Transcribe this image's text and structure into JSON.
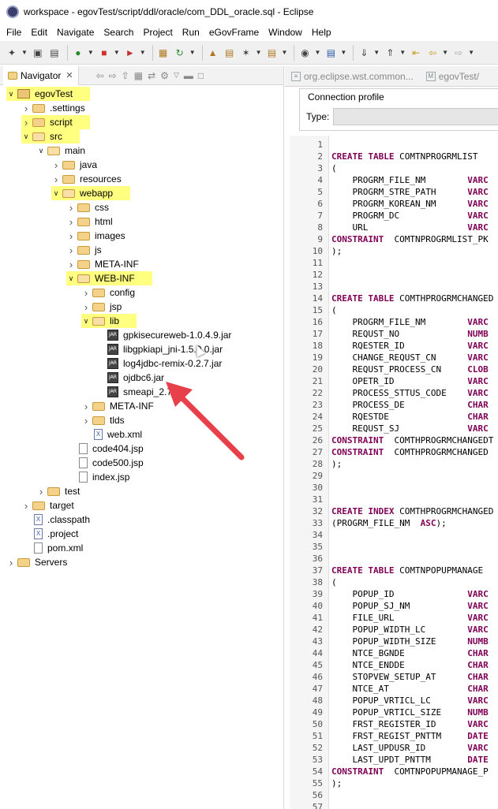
{
  "window": {
    "title": "workspace - egovTest/script/ddl/oracle/com_DDL_oracle.sql - Eclipse"
  },
  "menu": [
    "File",
    "Edit",
    "Navigate",
    "Search",
    "Project",
    "Run",
    "eGovFrame",
    "Window",
    "Help"
  ],
  "navigator": {
    "tab_label": "Navigator",
    "tree": [
      {
        "label": "egovTest",
        "depth": 0,
        "icon": "project",
        "arrow": "open",
        "hl": true
      },
      {
        "label": ".settings",
        "depth": 1,
        "icon": "folder",
        "arrow": "closed",
        "hl": false
      },
      {
        "label": "script",
        "depth": 1,
        "icon": "folder",
        "arrow": "closed",
        "hl": true
      },
      {
        "label": "src",
        "depth": 1,
        "icon": "folder-open",
        "arrow": "open",
        "hl": true
      },
      {
        "label": "main",
        "depth": 2,
        "icon": "folder-open",
        "arrow": "open",
        "hl": false
      },
      {
        "label": "java",
        "depth": 3,
        "icon": "folder",
        "arrow": "closed",
        "hl": false
      },
      {
        "label": "resources",
        "depth": 3,
        "icon": "folder",
        "arrow": "closed",
        "hl": false
      },
      {
        "label": "webapp",
        "depth": 3,
        "icon": "folder-open",
        "arrow": "open",
        "hl": true
      },
      {
        "label": "css",
        "depth": 4,
        "icon": "folder",
        "arrow": "closed",
        "hl": false
      },
      {
        "label": "html",
        "depth": 4,
        "icon": "folder",
        "arrow": "closed",
        "hl": false
      },
      {
        "label": "images",
        "depth": 4,
        "icon": "folder",
        "arrow": "closed",
        "hl": false
      },
      {
        "label": "js",
        "depth": 4,
        "icon": "folder",
        "arrow": "closed",
        "hl": false
      },
      {
        "label": "META-INF",
        "depth": 4,
        "icon": "folder",
        "arrow": "closed",
        "hl": false
      },
      {
        "label": "WEB-INF",
        "depth": 4,
        "icon": "folder-open",
        "arrow": "open",
        "hl": true
      },
      {
        "label": "config",
        "depth": 5,
        "icon": "folder",
        "arrow": "closed",
        "hl": false
      },
      {
        "label": "jsp",
        "depth": 5,
        "icon": "folder",
        "arrow": "closed",
        "hl": false
      },
      {
        "label": "lib",
        "depth": 5,
        "icon": "folder-open",
        "arrow": "open",
        "hl": true
      },
      {
        "label": "gpkisecureweb-1.0.4.9.jar",
        "depth": 6,
        "icon": "jar",
        "arrow": "none",
        "hl": false
      },
      {
        "label": "libgpkiapi_jni-1.5.0.0.jar",
        "depth": 6,
        "icon": "jar",
        "arrow": "none",
        "hl": false
      },
      {
        "label": "log4jdbc-remix-0.2.7.jar",
        "depth": 6,
        "icon": "jar",
        "arrow": "none",
        "hl": false
      },
      {
        "label": "ojdbc6.jar",
        "depth": 6,
        "icon": "jar",
        "arrow": "none",
        "hl": false
      },
      {
        "label": "smeapi_2.7.jar",
        "depth": 6,
        "icon": "jar",
        "arrow": "none",
        "hl": false
      },
      {
        "label": "META-INF",
        "depth": 5,
        "icon": "folder",
        "arrow": "closed",
        "hl": false
      },
      {
        "label": "tlds",
        "depth": 5,
        "icon": "folder",
        "arrow": "closed",
        "hl": false
      },
      {
        "label": "web.xml",
        "depth": 5,
        "icon": "xml",
        "arrow": "none",
        "hl": false
      },
      {
        "label": "code404.jsp",
        "depth": 4,
        "icon": "file",
        "arrow": "none",
        "hl": false
      },
      {
        "label": "code500.jsp",
        "depth": 4,
        "icon": "file",
        "arrow": "none",
        "hl": false
      },
      {
        "label": "index.jsp",
        "depth": 4,
        "icon": "file",
        "arrow": "none",
        "hl": false
      },
      {
        "label": "test",
        "depth": 2,
        "icon": "folder",
        "arrow": "closed",
        "hl": false
      },
      {
        "label": "target",
        "depth": 1,
        "icon": "folder",
        "arrow": "closed",
        "hl": false
      },
      {
        "label": ".classpath",
        "depth": 1,
        "icon": "xml",
        "arrow": "none",
        "hl": false
      },
      {
        "label": ".project",
        "depth": 1,
        "icon": "xml",
        "arrow": "none",
        "hl": false
      },
      {
        "label": "pom.xml",
        "depth": 1,
        "icon": "file",
        "arrow": "none",
        "hl": false
      },
      {
        "label": "Servers",
        "depth": 0,
        "icon": "folder",
        "arrow": "closed",
        "hl": false
      }
    ]
  },
  "editor": {
    "tabs": [
      "org.eclipse.wst.common...",
      "egovTest/"
    ],
    "connection_profile_label": "Connection profile",
    "type_label": "Type:",
    "lines": [
      {
        "n": "1",
        "t": ""
      },
      {
        "n": "2",
        "t": "CREATE TABLE COMTNPROGRMLIST"
      },
      {
        "n": "3",
        "t": "("
      },
      {
        "n": "4",
        "t": "    PROGRM_FILE_NM        VARC"
      },
      {
        "n": "5",
        "t": "    PROGRM_STRE_PATH      VARC"
      },
      {
        "n": "6",
        "t": "    PROGRM_KOREAN_NM      VARC"
      },
      {
        "n": "7",
        "t": "    PROGRM_DC             VARC"
      },
      {
        "n": "8",
        "t": "    URL                   VARC"
      },
      {
        "n": "9",
        "t": "CONSTRAINT  COMTNPROGRMLIST_PK"
      },
      {
        "n": "10",
        "t": ");"
      },
      {
        "n": "11",
        "t": ""
      },
      {
        "n": "12",
        "t": ""
      },
      {
        "n": "13",
        "t": ""
      },
      {
        "n": "14",
        "t": "CREATE TABLE COMTHPROGRMCHANGED"
      },
      {
        "n": "15",
        "t": "("
      },
      {
        "n": "16",
        "t": "    PROGRM_FILE_NM        VARC"
      },
      {
        "n": "17",
        "t": "    REQUST_NO             NUMB"
      },
      {
        "n": "18",
        "t": "    RQESTER_ID            VARC"
      },
      {
        "n": "19",
        "t": "    CHANGE_REQUST_CN      VARC"
      },
      {
        "n": "20",
        "t": "    REQUST_PROCESS_CN     CLOB"
      },
      {
        "n": "21",
        "t": "    OPETR_ID              VARC"
      },
      {
        "n": "22",
        "t": "    PROCESS_STTUS_CODE    VARC"
      },
      {
        "n": "23",
        "t": "    PROCESS_DE            CHAR"
      },
      {
        "n": "24",
        "t": "    RQESTDE               CHAR"
      },
      {
        "n": "25",
        "t": "    REQUST_SJ             VARC"
      },
      {
        "n": "26",
        "t": "CONSTRAINT  COMTHPROGRMCHANGEDT"
      },
      {
        "n": "27",
        "t": "CONSTRAINT  COMTHPROGRMCHANGED"
      },
      {
        "n": "28",
        "t": ");"
      },
      {
        "n": "29",
        "t": ""
      },
      {
        "n": "30",
        "t": ""
      },
      {
        "n": "31",
        "t": ""
      },
      {
        "n": "32",
        "t": "CREATE INDEX COMTHPROGRMCHANGED"
      },
      {
        "n": "33",
        "t": "(PROGRM_FILE_NM  ASC);"
      },
      {
        "n": "34",
        "t": ""
      },
      {
        "n": "35",
        "t": ""
      },
      {
        "n": "36",
        "t": ""
      },
      {
        "n": "37",
        "t": "CREATE TABLE COMTNPOPUPMANAGE"
      },
      {
        "n": "38",
        "t": "("
      },
      {
        "n": "39",
        "t": "    POPUP_ID              VARC"
      },
      {
        "n": "40",
        "t": "    POPUP_SJ_NM           VARC"
      },
      {
        "n": "41",
        "t": "    FILE_URL              VARC"
      },
      {
        "n": "42",
        "t": "    POPUP_WIDTH_LC        VARC"
      },
      {
        "n": "43",
        "t": "    POPUP_WIDTH_SIZE      NUMB"
      },
      {
        "n": "44",
        "t": "    NTCE_BGNDE            CHAR"
      },
      {
        "n": "45",
        "t": "    NTCE_ENDDE            CHAR"
      },
      {
        "n": "46",
        "t": "    STOPVEW_SETUP_AT      CHAR"
      },
      {
        "n": "47",
        "t": "    NTCE_AT               CHAR"
      },
      {
        "n": "48",
        "t": "    POPUP_VRTICL_LC       VARC"
      },
      {
        "n": "49",
        "t": "    POPUP_VRTICL_SIZE     NUMB"
      },
      {
        "n": "50",
        "t": "    FRST_REGISTER_ID      VARC"
      },
      {
        "n": "51",
        "t": "    FRST_REGIST_PNTTM     DATE"
      },
      {
        "n": "52",
        "t": "    LAST_UPDUSR_ID        VARC"
      },
      {
        "n": "53",
        "t": "    LAST_UPDT_PNTTM       DATE"
      },
      {
        "n": "54",
        "t": "CONSTRAINT  COMTNPOPUPMANAGE_P"
      },
      {
        "n": "55",
        "t": ");"
      },
      {
        "n": "56",
        "t": ""
      },
      {
        "n": "57",
        "t": ""
      }
    ]
  },
  "colors": {
    "highlight": "#ffff80",
    "keyword": "#7f0055",
    "arrow": "#e8404a"
  }
}
